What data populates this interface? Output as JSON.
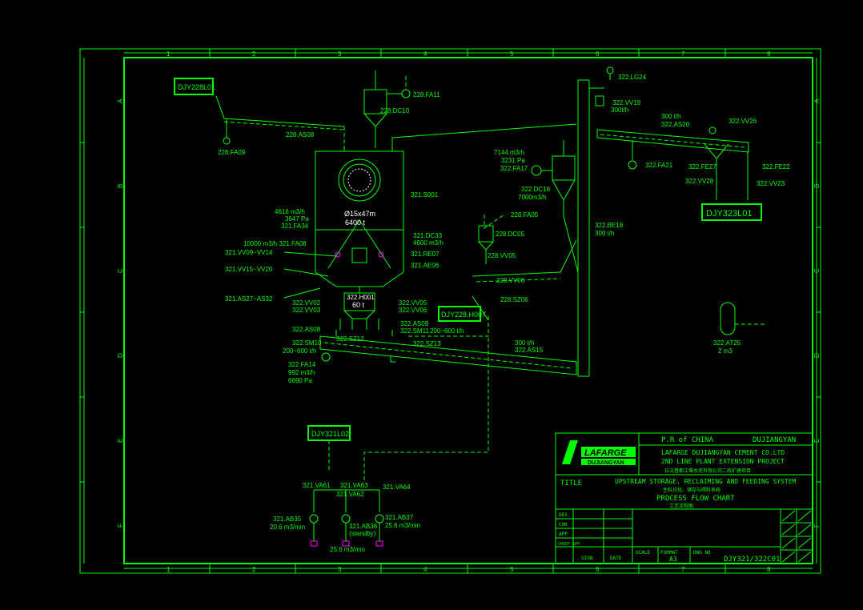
{
  "grid": {
    "cols": [
      "1",
      "2",
      "3",
      "4",
      "5",
      "6",
      "7",
      "8"
    ],
    "rows": [
      "A",
      "B",
      "C",
      "D",
      "E",
      "F"
    ]
  },
  "tags": {
    "t1": "DJY228L01",
    "t2": "DJY323L01",
    "t3": "DJY228.H007",
    "t4": "DJY321L02"
  },
  "labels": {
    "fa11": "228.FA11",
    "dc10": "228.DC10",
    "as08": "228.AS08",
    "fa09": "228.FA09",
    "s001": "321.S001",
    "dim": "Ø15x47m",
    "cap": "6400 t",
    "fa34a": "4616 m3/h",
    "fa34b": "3647 Pa",
    "fa34c": "321.FA34",
    "fa08": "10000 m3/h 321.FA08",
    "vv09": "321.VV09~VV14",
    "vv15": "321.VV15~VV20",
    "as27": "321.AS27~AS32",
    "dc33a": "321.DC33",
    "dc33b": "4600 m3/h",
    "re07": "321.RE07",
    "ae06": "321.AE06",
    "h001": "322.H001",
    "h001cap": "60 t",
    "vv02": "322.VV02",
    "vv03": "322.VV03",
    "vv05": "322.VV05",
    "vv06": "322.VV06",
    "as09": "322.AS09",
    "sm11": "322.SM11",
    "sm11r": "200~600 t/h",
    "as08b": "322.AS08",
    "sm10": "322.SM10",
    "sm10r": "200~600 t/h",
    "sz12": "322.SZ12",
    "sz13": "322.SZ13",
    "fa14a": "322.FA14",
    "fa14b": "992 m3/h",
    "fa14c": "6690 Pa",
    "as15a": "300 t/h",
    "as15b": "322.AS15",
    "lg24": "322.LG24",
    "vv19a": "322.VV19",
    "vv19b": "300t/h",
    "as20a": "300 t/h",
    "as20b": "322.AS20",
    "vv26": "322.VV26",
    "fa21": "322.FA21",
    "fe27": "322.FE27",
    "fe22": "322.FE22",
    "vv28": "322.VV28",
    "vv23": "322.VV23",
    "fa17a": "7144 m3/h",
    "fa17b": "3231 Pa",
    "fa17c": "322.FA17",
    "dc16a": "322.DC16",
    "dc16b": "7000m3/h",
    "fa05": "228.FA05",
    "dc05": "228.DC05",
    "vv05b": "228.VV05",
    "vv06b": "228.VV06",
    "sz06": "228.SZ06",
    "be18a": "322.BE18",
    "be18b": "300 t/h",
    "at25a": "322.AT25",
    "at25b": "2 m3",
    "va61": "321.VA61",
    "va63": "321.VA63",
    "va64": "321.VA64",
    "va62": "321.VA62",
    "ab35a": "321.AB35",
    "ab35b": "20.6 m3/min",
    "ab36a": "321.AB36",
    "ab36b": "(standby)",
    "ab37a": "321.AB37",
    "ab37b": "25.6 m3/min",
    "ab36c": "25.6 m3/min"
  },
  "title_block": {
    "logo": "LAFARGE",
    "logo_sub": "DUJIANGYAN",
    "country": "P.R of CHINA",
    "city": "DUJIANGYAN",
    "company": "LAFARGE DUJIANGYAN CEMENT CO.LTD",
    "project": "2ND LINE PLANT EXTENSION PROJECT",
    "project_cn": "拉法基都江堰水泥有限公司二线扩建项目",
    "title_label": "TITLE",
    "title1": "UPSTREAM STORAGE, RECLAIMING AND FEEDING SYSTEM",
    "title1_cn": "生料均化、储存与喂料系统",
    "title2": "PROCESS FLOW CHART",
    "title2_cn": "工艺流程图",
    "row1": "DES",
    "row2": "CHK",
    "row3": "APP",
    "row4": "CHIEF APP",
    "sign": "SIGN",
    "date": "DATE",
    "scale": "SCALE",
    "format": "FORMAT",
    "format_val": "A3",
    "dwg": "DWG NO",
    "dwg_no": "DJY321/322C01"
  },
  "colors": {
    "line": "#00ff00",
    "text": "#ffffff",
    "accent": "#ff00ff",
    "bg": "#000000"
  }
}
